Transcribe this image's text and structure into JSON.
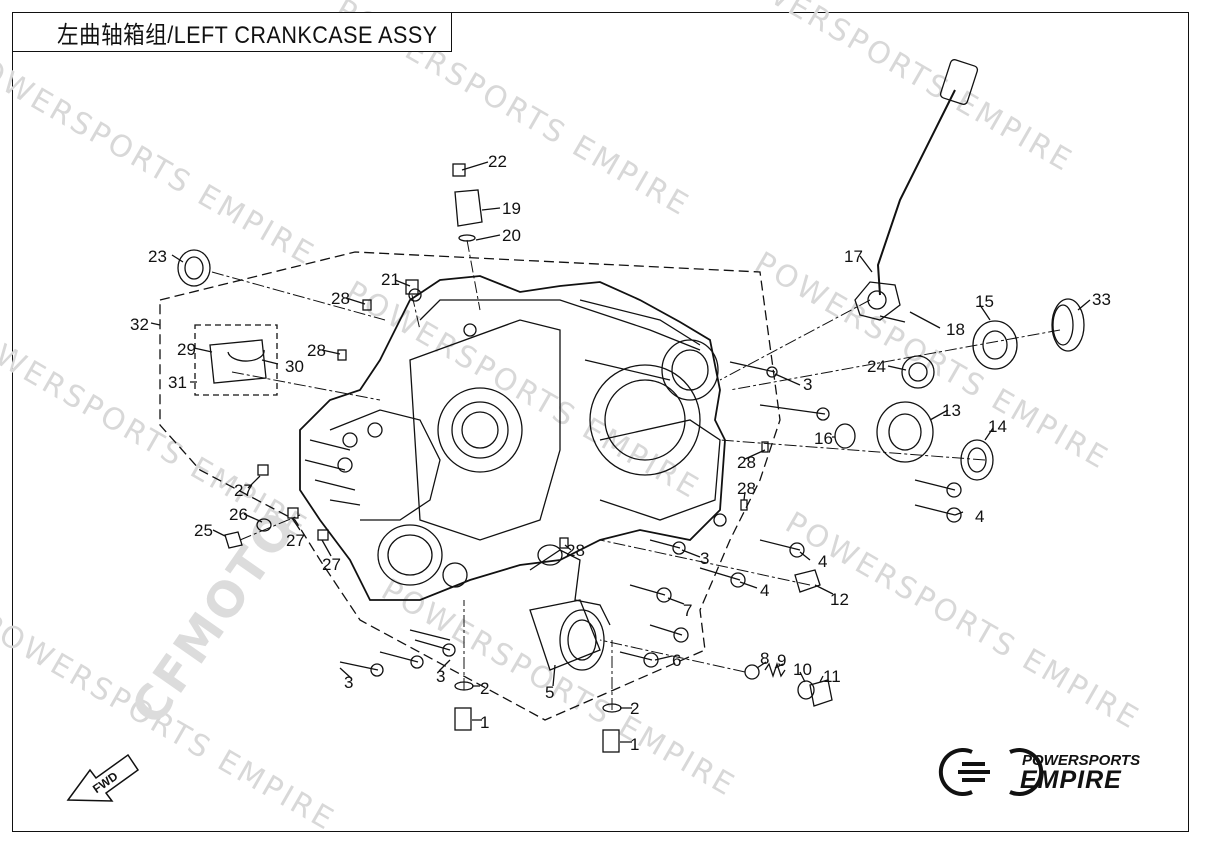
{
  "title": "左曲轴箱组/LEFT CRANKCASE ASSY",
  "watermark_text": "POWERSPORTS EMPIRE",
  "watermark_logo": "CFMOTO",
  "brand": {
    "line1": "POWERSPORTS",
    "line2": "EMPIRE"
  },
  "fwd_label": "FWD",
  "callouts": [
    "1",
    "1",
    "2",
    "2",
    "3",
    "3",
    "3",
    "3",
    "4",
    "4",
    "4",
    "5",
    "6",
    "7",
    "8",
    "9",
    "10",
    "11",
    "12",
    "13",
    "14",
    "15",
    "16",
    "17",
    "18",
    "19",
    "20",
    "21",
    "22",
    "23",
    "24",
    "25",
    "26",
    "27",
    "27",
    "27",
    "28",
    "28",
    "28",
    "28",
    "28",
    "29",
    "30",
    "31",
    "32",
    "33"
  ],
  "colors": {
    "line": "#111111",
    "watermark": "#d8d8d8",
    "background": "#ffffff"
  }
}
